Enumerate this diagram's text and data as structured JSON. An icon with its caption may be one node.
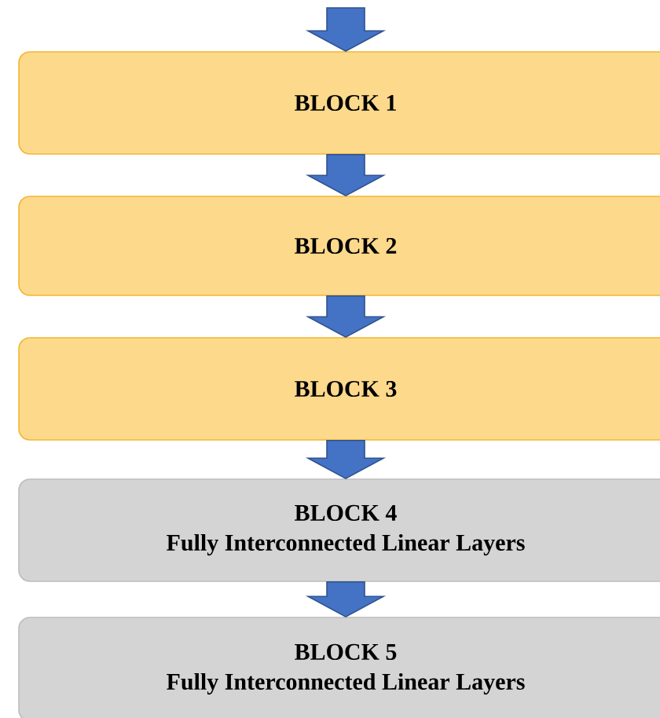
{
  "diagram": {
    "nodes": [
      {
        "text": [
          "BLOCK 1"
        ]
      },
      {
        "text": [
          "BLOCK 2"
        ]
      },
      {
        "text": [
          "BLOCK 3"
        ]
      },
      {
        "text": [
          "BLOCK 4",
          "Fully Interconnected Linear Layers"
        ]
      },
      {
        "text": [
          "BLOCK 5",
          "Fully Interconnected Linear Layers"
        ]
      }
    ],
    "edges": [
      {
        "from": null,
        "to": 0,
        "arrow": "to"
      },
      {
        "from": 0,
        "to": 1,
        "arrow": "to"
      },
      {
        "from": 1,
        "to": 2,
        "arrow": "to"
      },
      {
        "from": 2,
        "to": 3,
        "arrow": "to"
      },
      {
        "from": 3,
        "to": 4,
        "arrow": "to"
      }
    ]
  }
}
